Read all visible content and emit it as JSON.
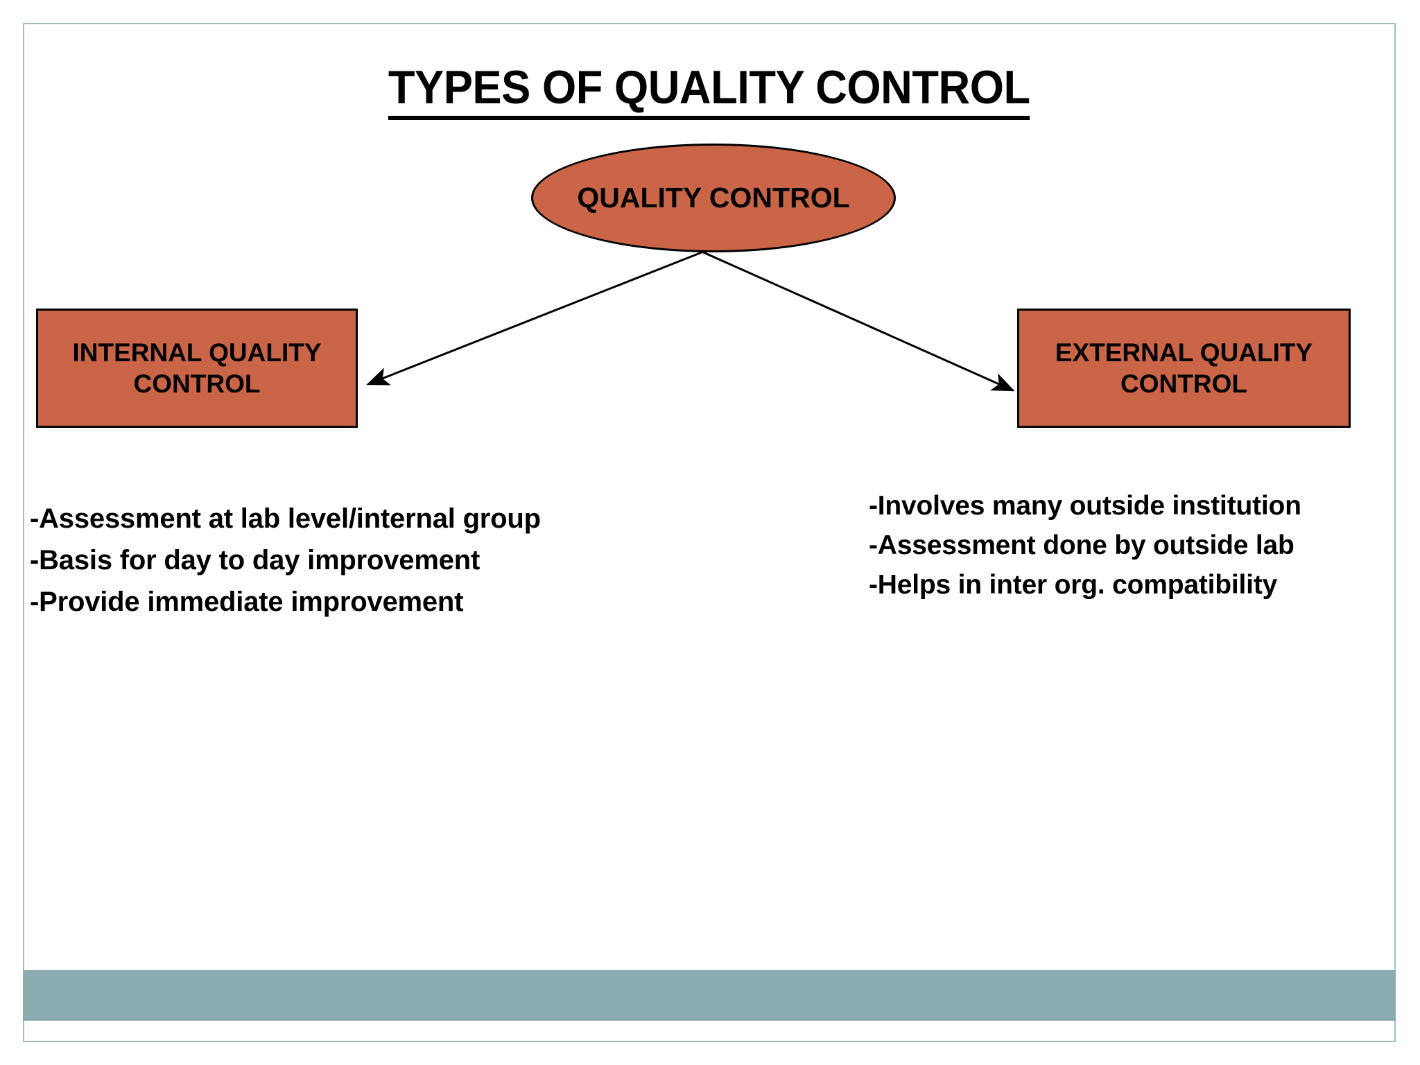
{
  "slide": {
    "title": "TYPES OF QUALITY CONTROL",
    "background_color": "#ffffff",
    "border_color": "#9ebfb8",
    "accent_color": "#cb6547",
    "footer_color": "#8cadb0",
    "text_color": "#000000"
  },
  "diagram": {
    "root": {
      "label": "QUALITY CONTROL",
      "shape": "ellipse"
    },
    "branches": [
      {
        "id": "internal",
        "label": "INTERNAL QUALITY CONTROL",
        "shape": "rectangle",
        "bullets": [
          "-Assessment at lab level/internal group",
          "-Basis for day to day improvement",
          "-Provide immediate improvement"
        ]
      },
      {
        "id": "external",
        "label": "EXTERNAL QUALITY CONTROL",
        "shape": "rectangle",
        "bullets": [
          "-Involves many outside institution",
          "-Assessment done by outside lab",
          "-Helps in inter org. compatibility"
        ]
      }
    ],
    "connectors": [
      {
        "name": "root-to-internal",
        "from": "root",
        "to": "internal",
        "style": "arrow"
      },
      {
        "name": "root-to-external",
        "from": "root",
        "to": "external",
        "style": "arrow"
      }
    ]
  }
}
